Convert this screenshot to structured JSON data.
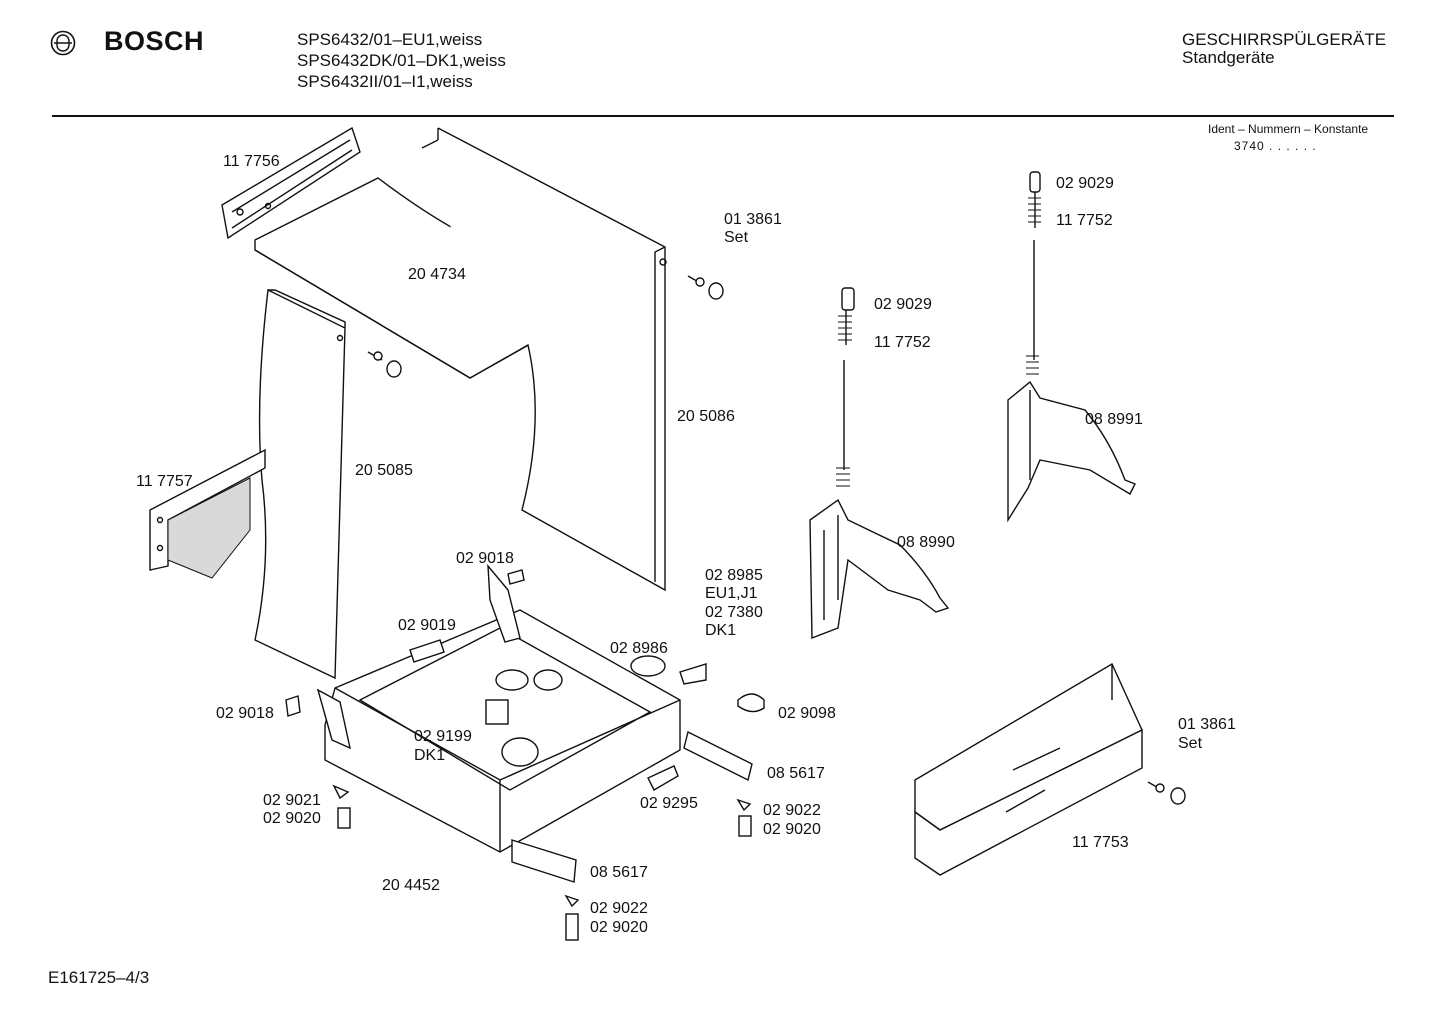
{
  "header": {
    "brand": "BOSCH",
    "models": [
      "SPS6432/01–EU1,weiss",
      "SPS6432DK/01–DK1,weiss",
      "SPS6432II/01–I1,weiss"
    ],
    "category": "GESCHIRRSPÜLGERÄTE",
    "subcategory": "Standgeräte",
    "ident_label": "Ident – Nummern – Konstante",
    "ident_value": "3740 . .   . . . ."
  },
  "parts": {
    "p117756": "11 7756",
    "p204734": "20 4734",
    "p013861a": "01 3861",
    "set_a": "Set",
    "p205086": "20 5086",
    "p205085": "20 5085",
    "p117757": "11 7757",
    "p029029a": "02 9029",
    "p117752a": "11 7752",
    "p029029b": "02 9029",
    "p117752b": "11 7752",
    "p088991": "08 8991",
    "p088990": "08 8990",
    "p029018a": "02 9018",
    "p028985": "02 8985",
    "eu1j1": "EU1,J1",
    "p027380": "02 7380",
    "dk1a": "DK1",
    "p029019": "02 9019",
    "p028986": "02 8986",
    "p029018b": "02 9018",
    "p029098": "02 9098",
    "p029199": "02 9199",
    "dk1b": "DK1",
    "p085617a": "08 5617",
    "p013861b": "01 3861",
    "set_b": "Set",
    "p029021": "02 9021",
    "p029020a": "02 9020",
    "p029295": "02 9295",
    "p029022a": "02 9022",
    "p029020b": "02 9020",
    "p117753": "11 7753",
    "p204452": "20 4452",
    "p085617b": "08 5617",
    "p029022b": "02 9022",
    "p029020c": "02 9020"
  },
  "footer": {
    "code": "E161725–4/3"
  }
}
